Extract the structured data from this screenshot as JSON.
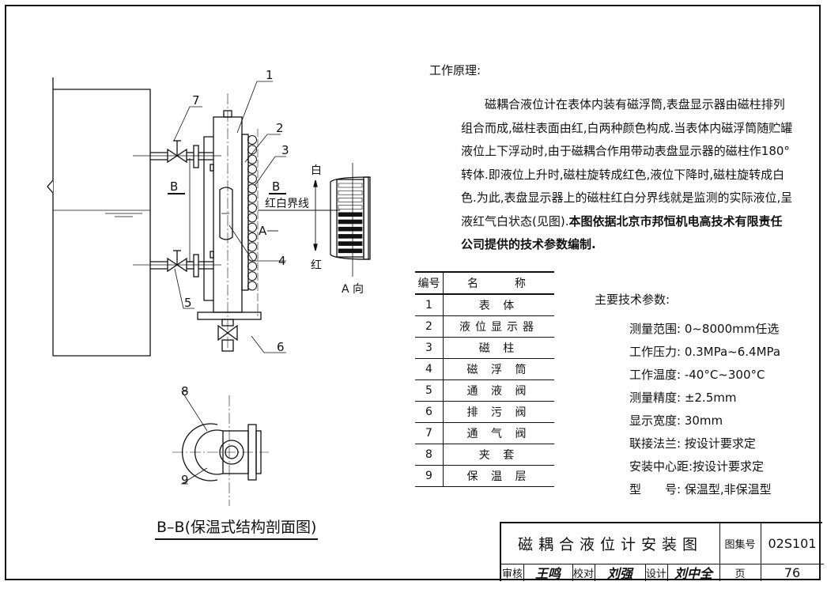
{
  "principle": {
    "title": "工作原理:",
    "body": "磁耦合液位计在表体内装有磁浮筒,表盘显示器由磁柱排列组合而成,磁柱表面由红,白两种颜色构成.当表体内磁浮筒随贮罐液位上下浮动时,由于磁耦合作用带动表盘显示器的磁柱作180°转体.即液位上升时,磁柱旋转成红色,液位下降时,磁柱旋转成白色.为此,表盘显示器上的磁柱红白分界线就是监测的实际液位,呈液红气白状态(见图).",
    "bold": "本图依据北京市邦恒机电高技术有限责任公司提供的技术参数编制."
  },
  "diagram": {
    "callouts": [
      "1",
      "2",
      "3",
      "4",
      "5",
      "6",
      "7",
      "8",
      "9"
    ],
    "section_mark": "B",
    "white": "白",
    "red": "红",
    "boundary": "红白界线",
    "view_a": "A",
    "view_a_label": "A 向",
    "section_title": "B–B(保温式结构剖面图)"
  },
  "parts_table": {
    "headers": [
      "编号",
      "名　　称"
    ],
    "rows": [
      [
        "1",
        "表 体"
      ],
      [
        "2",
        "液位显示器"
      ],
      [
        "3",
        "磁 柱"
      ],
      [
        "4",
        "磁 浮 筒"
      ],
      [
        "5",
        "通 液 阀"
      ],
      [
        "6",
        "排 污 阀"
      ],
      [
        "7",
        "通 气 阀"
      ],
      [
        "8",
        "夹 套"
      ],
      [
        "9",
        "保 温 层"
      ]
    ]
  },
  "params": {
    "title": "主要技术参数:",
    "items": [
      "测量范围: 0~8000mm任选",
      "工作压力: 0.3MPa~6.4MPa",
      "工作温度: -40°C~300°C",
      "测量精度: ±2.5mm",
      "显示宽度: 30mm",
      "联接法兰:  按设计要求定",
      "安装中心距:按设计要求定",
      "型　　号:  保温型,非保温型"
    ]
  },
  "title_block": {
    "title": "磁耦合液位计安装图",
    "atlas_label": "图集号",
    "atlas_no": "02S101",
    "review_label": "审核",
    "review_sig": "王鸣",
    "check_label": "校对",
    "check_sig": "刘强",
    "design_label": "设计",
    "design_sig": "刘中全",
    "page_label": "页",
    "page_no": "76"
  }
}
